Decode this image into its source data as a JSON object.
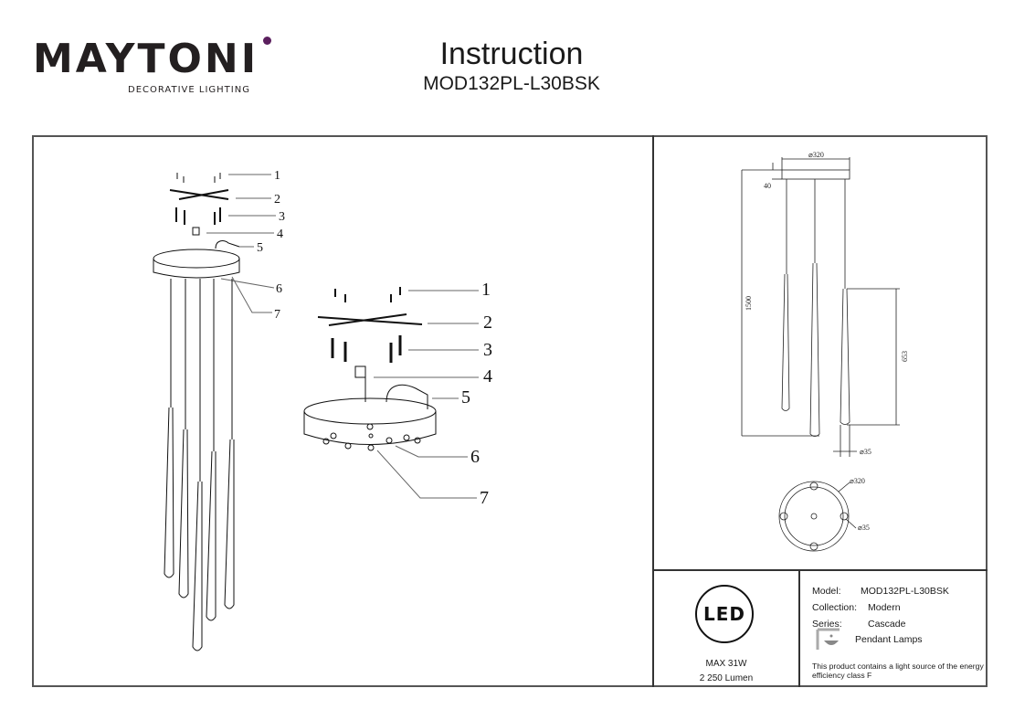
{
  "header": {
    "brand": "MAYTONI",
    "brand_tagline": "DECORATIVE LIGHTING",
    "brand_accent_color": "#5b1f5e",
    "title": "Instruction",
    "model_code": "MOD132PL-L30BSK"
  },
  "assembly_diagram": {
    "callouts": [
      "1",
      "2",
      "3",
      "4",
      "5",
      "6",
      "7"
    ]
  },
  "dimension_drawing": {
    "canopy_diameter": "⌀320",
    "canopy_height": "40",
    "total_height": "1500",
    "shade_length": "653",
    "shade_diameter": "⌀35",
    "top_view_canopy_diameter": "⌀320",
    "top_view_shade_diameter": "⌀35"
  },
  "led_panel": {
    "icon_text": "LED",
    "max_power": "MAX 31W",
    "luminous_flux": "2 250 Lumen"
  },
  "specs": {
    "model_label": "Model:",
    "model_value": "MOD132PL-L30BSK",
    "collection_label": "Collection:",
    "collection_value": "Modern",
    "series_label": "Series:",
    "series_value": "Cascade",
    "type_icon": "pendant-lamp-icon",
    "type_value": "Pendant Lamps",
    "energy_note": "This product contains a light source of the energy efficiency class F"
  }
}
